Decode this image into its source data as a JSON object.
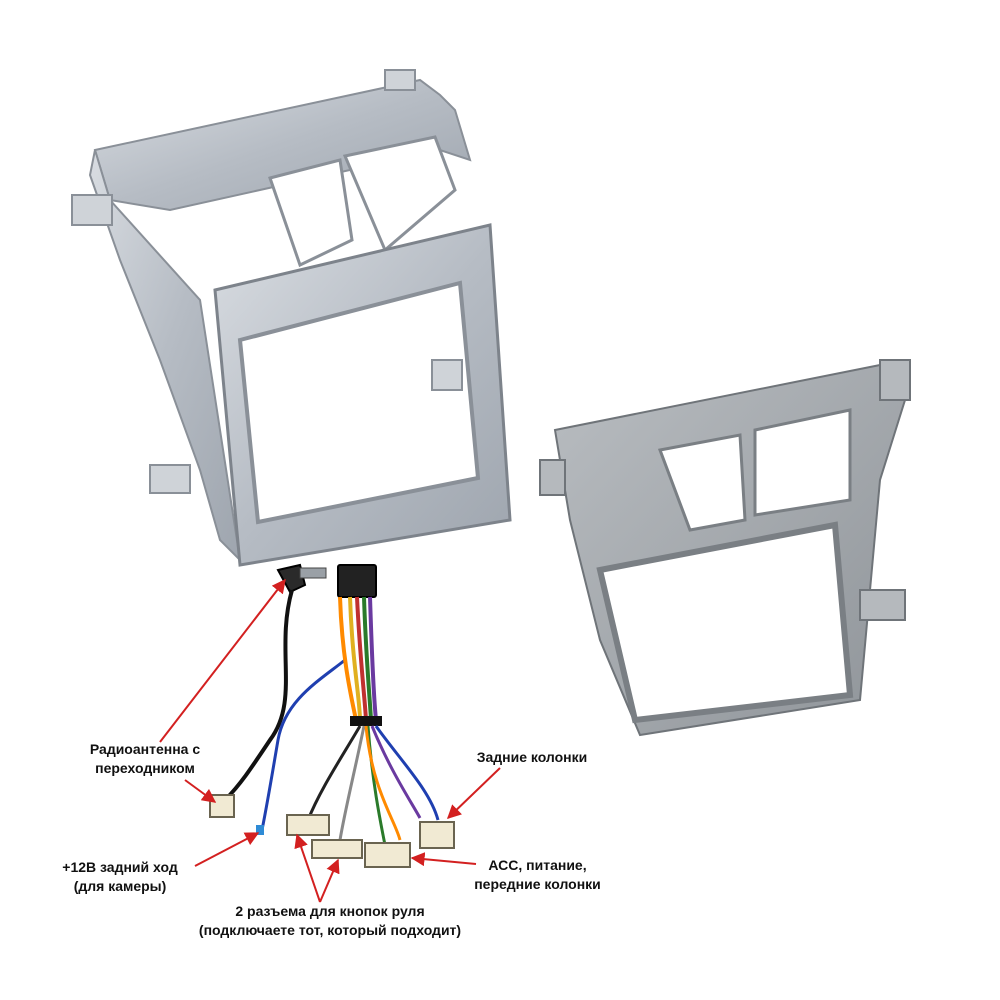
{
  "labels": {
    "antenna": {
      "line1": "Радиоантенна с",
      "line2": "переходником"
    },
    "rear_speakers": {
      "line1": "Задние колонки"
    },
    "reverse": {
      "line1": "+12В задний ход",
      "line2": "(для камеры)"
    },
    "acc": {
      "line1": "АСС, питание,",
      "line2": "передние колонки"
    },
    "wheel": {
      "line1": "2 разъема для кнопок руля",
      "line2": "(подключаете тот, который подходит)"
    }
  },
  "colors": {
    "arrow": "#d32020",
    "frame_front": "#bcc2c9",
    "frame_back": "#a8adb2",
    "text": "#111111"
  }
}
